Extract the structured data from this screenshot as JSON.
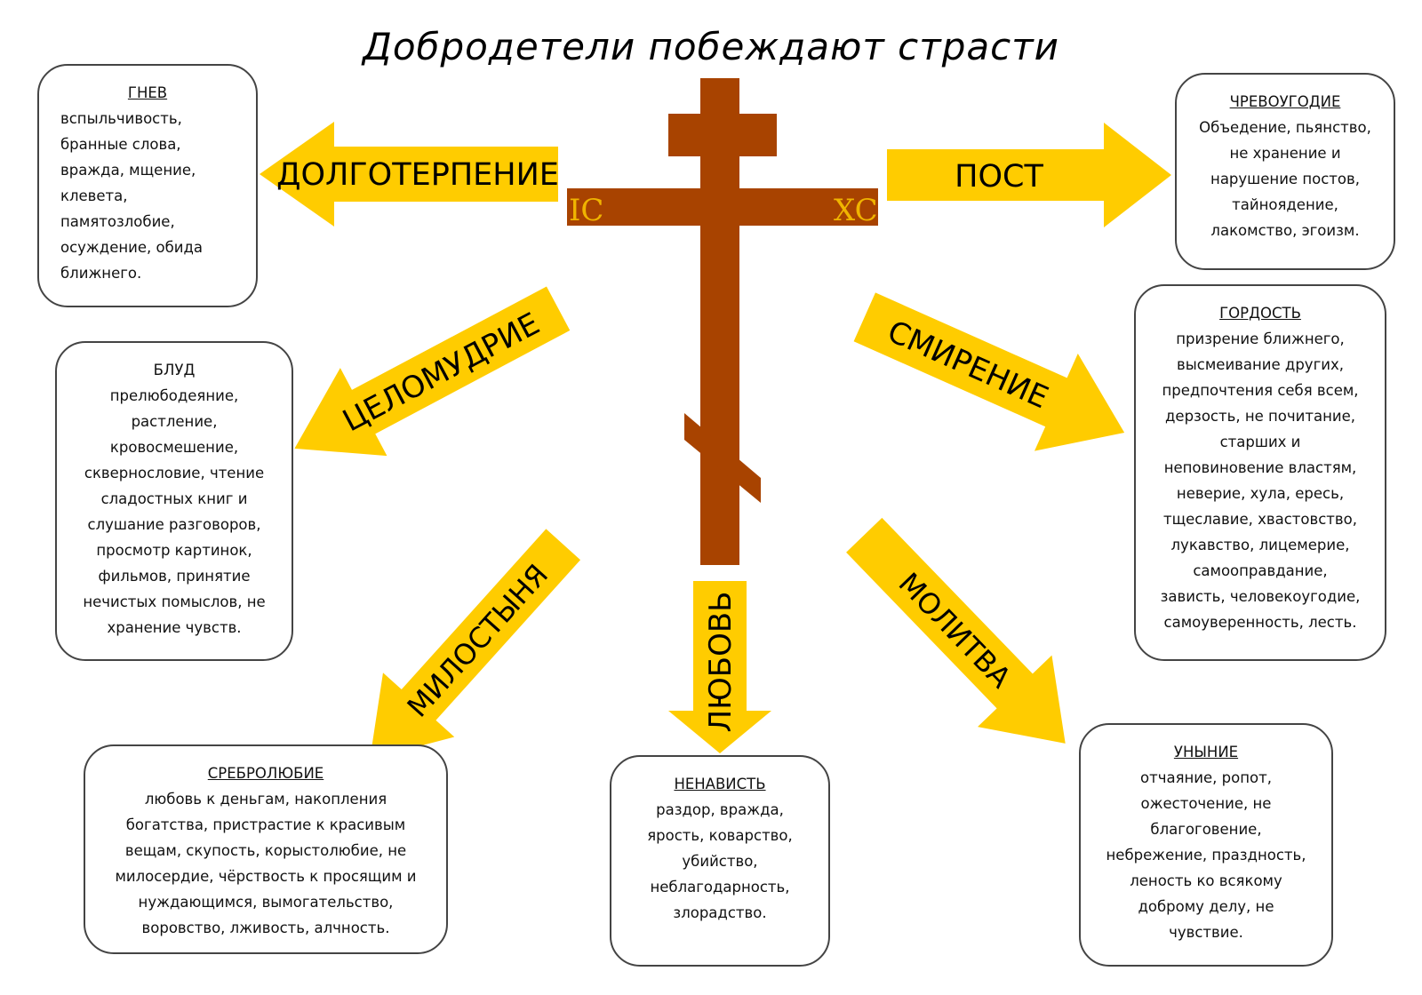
{
  "title": "Добродетели побеждают страсти",
  "colors": {
    "arrow": "#ffcc00",
    "cross": "#a84300",
    "monogram": "#f0b400",
    "box_border": "#444444"
  },
  "cross": {
    "monogram_left": "IC",
    "monogram_right": "XC"
  },
  "virtues": {
    "longsuffering": "ДОЛГОТЕРПЕНИЕ",
    "fasting": "ПОСТ",
    "chastity": "ЦЕЛОМУДРИЕ",
    "humility": "СМИРЕНИЕ",
    "almsgiving": "МИЛОСТЫНЯ",
    "love": "ЛЮБОВЬ",
    "prayer": "МОЛИТВА"
  },
  "passions": {
    "anger": {
      "head": "ГНЕВ",
      "body": "вспыльчивость,\nбранные слова,\nвражда, мщение,\nклевета,\nпамятозлобие,\nосуждение, обида\nближнего."
    },
    "gluttony": {
      "head": "ЧРЕВОУГОДИЕ",
      "body": "Объедение, пьянство,\nне хранение и\nнарушение постов,\nтайноядение,\nлакомство, эгоизм."
    },
    "fornication": {
      "head": "БЛУД",
      "body": "прелюбодеяние,\nрастление,\nкровосмешение,\nсквернословие, чтение\nсладостных книг и\nслушание разговоров,\nпросмотр картинок,\nфильмов, принятие\nнечистых помыслов, не\nхранение чувств."
    },
    "pride": {
      "head": "ГОРДОСТЬ",
      "body": "призрение ближнего,\nвысмеивание других,\nпредпочтения себя всем,\nдерзость, не почитание,\nстарших и\nнеповиновение властям,\nневерие, хула, ересь,\nтщеславие, хвастовство,\nлукавство, лицемерие,\nсамооправдание,\nзависть, человекоугодие,\nсамоуверенность, лесть."
    },
    "avarice": {
      "head": "СРЕБРОЛЮБИЕ",
      "body": "любовь к деньгам, накопления\nбогатства, пристрастие к красивым\nвещам, скупость, корыстолюбие, не\nмилосердие, чёрствость к просящим и\nнуждающимся, вымогательство,\nворовство, лживость, алчность."
    },
    "hatred": {
      "head": "НЕНАВИСТЬ",
      "body": "раздор, вражда,\nярость, коварство,\nубийство,\nнеблагодарность,\nзлорадство."
    },
    "despondency": {
      "head": "УНЫНИЕ",
      "body": "отчаяние, ропот,\nожесточение, не\nблагоговение,\nнебрежение, праздность,\nленость ко всякому\nдоброму делу, не\nчувствие."
    }
  }
}
